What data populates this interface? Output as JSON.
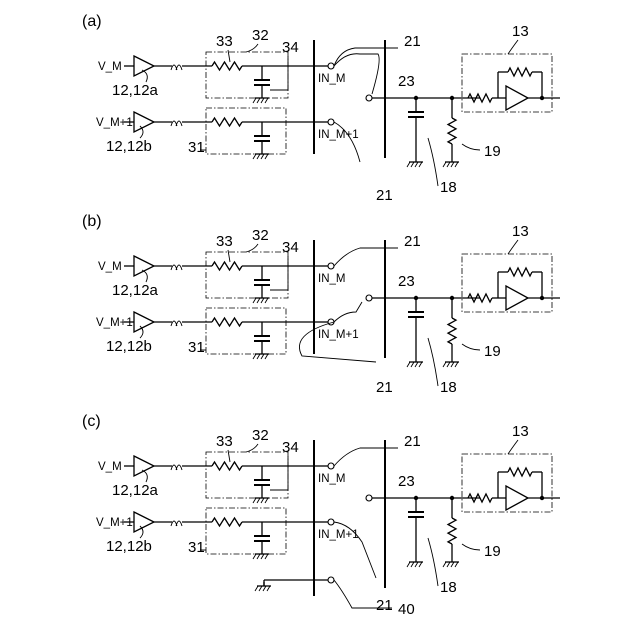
{
  "panels": [
    {
      "label": "(a)",
      "signal_top": "V_M",
      "signal_bottom": "V_M+1",
      "pin_top": "IN_M",
      "pin_bottom": "IN_M+1",
      "ref_driver_top": "12,12a",
      "ref_driver_bottom": "12,12b",
      "ref_filter_bottom": "31",
      "ref_filter_top": "32",
      "ref_resistor": "33",
      "ref_capacitor": "34",
      "ref_wire_top": "21",
      "ref_wire_bottom": "21",
      "ref_node": "23",
      "ref_amp": "13",
      "ref_cap": "18",
      "ref_res": "19",
      "variant": "a"
    },
    {
      "label": "(b)",
      "signal_top": "V_M",
      "signal_bottom": "V_M+1",
      "pin_top": "IN_M",
      "pin_bottom": "IN_M+1",
      "ref_driver_top": "12,12a",
      "ref_driver_bottom": "12,12b",
      "ref_filter_bottom": "31",
      "ref_filter_top": "32",
      "ref_resistor": "33",
      "ref_capacitor": "34",
      "ref_wire_top": "21",
      "ref_wire_bottom": "21",
      "ref_node": "23",
      "ref_amp": "13",
      "ref_cap": "18",
      "ref_res": "19",
      "variant": "b"
    },
    {
      "label": "(c)",
      "signal_top": "V_M",
      "signal_bottom": "V_M+1",
      "pin_top": "IN_M",
      "pin_bottom": "IN_M+1",
      "ref_driver_top": "12,12a",
      "ref_driver_bottom": "12,12b",
      "ref_filter_bottom": "31",
      "ref_filter_top": "32",
      "ref_resistor": "33",
      "ref_capacitor": "34",
      "ref_wire_top": "21",
      "ref_wire_bottom": "21",
      "ref_node": "23",
      "ref_amp": "13",
      "ref_cap": "18",
      "ref_res": "19",
      "ref_ground_pin": "40",
      "variant": "c"
    }
  ]
}
